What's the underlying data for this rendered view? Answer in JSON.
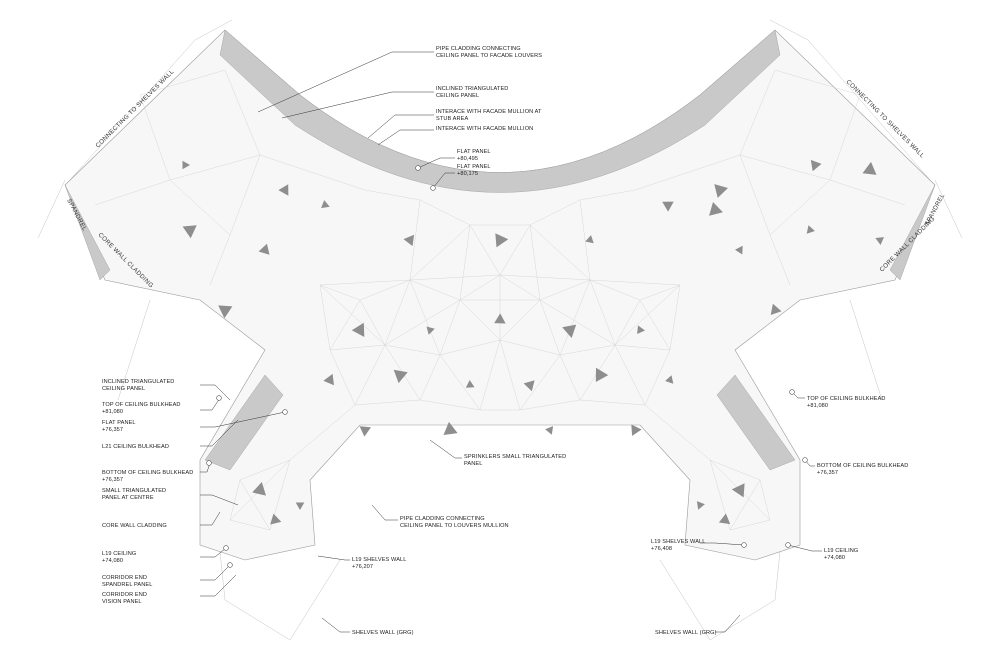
{
  "drawing": {
    "edge_labels": [
      {
        "id": "connecting-left",
        "text": "CONNECTING TO SHELVES WALL"
      },
      {
        "id": "connecting-right",
        "text": "CONNECTING TO SHELVES WALL"
      },
      {
        "id": "spandrel-left",
        "text": "SPANDREL"
      },
      {
        "id": "spandrel-right",
        "text": "SPANDREL"
      },
      {
        "id": "core-left",
        "text": "CORE WALL CLADDING"
      },
      {
        "id": "core-right",
        "text": "CORE WALL CLADDING"
      }
    ],
    "callouts": {
      "top": [
        {
          "id": "pipe-top",
          "lines": [
            "PIPE CLADDING CONNECTING",
            "CEILING PANEL TO FACADE LOUVERS"
          ]
        },
        {
          "id": "inclined-top",
          "lines": [
            "INCLINED TRIANGULATED",
            "CEILING PANEL"
          ]
        },
        {
          "id": "stub",
          "lines": [
            "INTERACE WITH FACADE MULLION AT",
            "STUB AREA"
          ]
        },
        {
          "id": "mullion",
          "lines": [
            "INTERACE WITH FACADE MULLION"
          ]
        },
        {
          "id": "flat1",
          "lines": [
            "FLAT PANEL",
            "+80,495"
          ]
        },
        {
          "id": "flat2",
          "lines": [
            "FLAT PANEL",
            "+80,175"
          ]
        }
      ],
      "left": [
        {
          "id": "inclined-left",
          "lines": [
            "INCLINED TRIANGULATED",
            "CEILING PANEL"
          ]
        },
        {
          "id": "top-bulk-left",
          "lines": [
            "TOP OF CEILING BULKHEAD",
            "+81,080"
          ]
        },
        {
          "id": "flat-left",
          "lines": [
            "FLAT PANEL",
            "+76,357"
          ]
        },
        {
          "id": "l21",
          "lines": [
            "L21 CEILING BULKHEAD"
          ]
        },
        {
          "id": "bottom-bulk-left",
          "lines": [
            "BOTTOM OF CEILING BULKHEAD",
            "+76,357"
          ]
        },
        {
          "id": "small-tri",
          "lines": [
            "SMALL TRIANGULATED",
            "PANEL AT CENTRE"
          ]
        },
        {
          "id": "core-left-call",
          "lines": [
            "CORE WALL CLADDING"
          ]
        },
        {
          "id": "l19-left",
          "lines": [
            "L19 CEILING",
            "+74,080"
          ]
        },
        {
          "id": "corr-spandrel",
          "lines": [
            "CORRIDOR END",
            "SPANDREL PANEL"
          ]
        },
        {
          "id": "corr-vision",
          "lines": [
            "CORRIDOR END",
            "VISION PANEL"
          ]
        }
      ],
      "center": [
        {
          "id": "sprinklers",
          "lines": [
            "SPRINKLERS SMALL TRIANGULATED",
            "PANEL"
          ]
        },
        {
          "id": "pipe-bottom",
          "lines": [
            "PIPE CLADDING CONNECTING",
            "CEILING PANEL TO LOUVERS MULLION"
          ]
        },
        {
          "id": "l19-shelves-left",
          "lines": [
            "L19 SHELVES WALL",
            "+76,207"
          ]
        },
        {
          "id": "shelves-grg-left",
          "lines": [
            "SHELVES WALL (GRG)"
          ]
        }
      ],
      "right": [
        {
          "id": "top-bulk-right",
          "lines": [
            "TOP OF CEILING BULKHEAD",
            "+81,080"
          ]
        },
        {
          "id": "bottom-bulk-right",
          "lines": [
            "BOTTOM OF CEILING BULKHEAD",
            "+76,357"
          ]
        },
        {
          "id": "l19-shelves-right",
          "lines": [
            "L19 SHELVES WALL",
            "+76,408"
          ]
        },
        {
          "id": "l19-right",
          "lines": [
            "L19 CEILING",
            "+74,080"
          ]
        },
        {
          "id": "shelves-grg-right",
          "lines": [
            "SHELVES WALL (GRG)"
          ]
        }
      ]
    }
  }
}
